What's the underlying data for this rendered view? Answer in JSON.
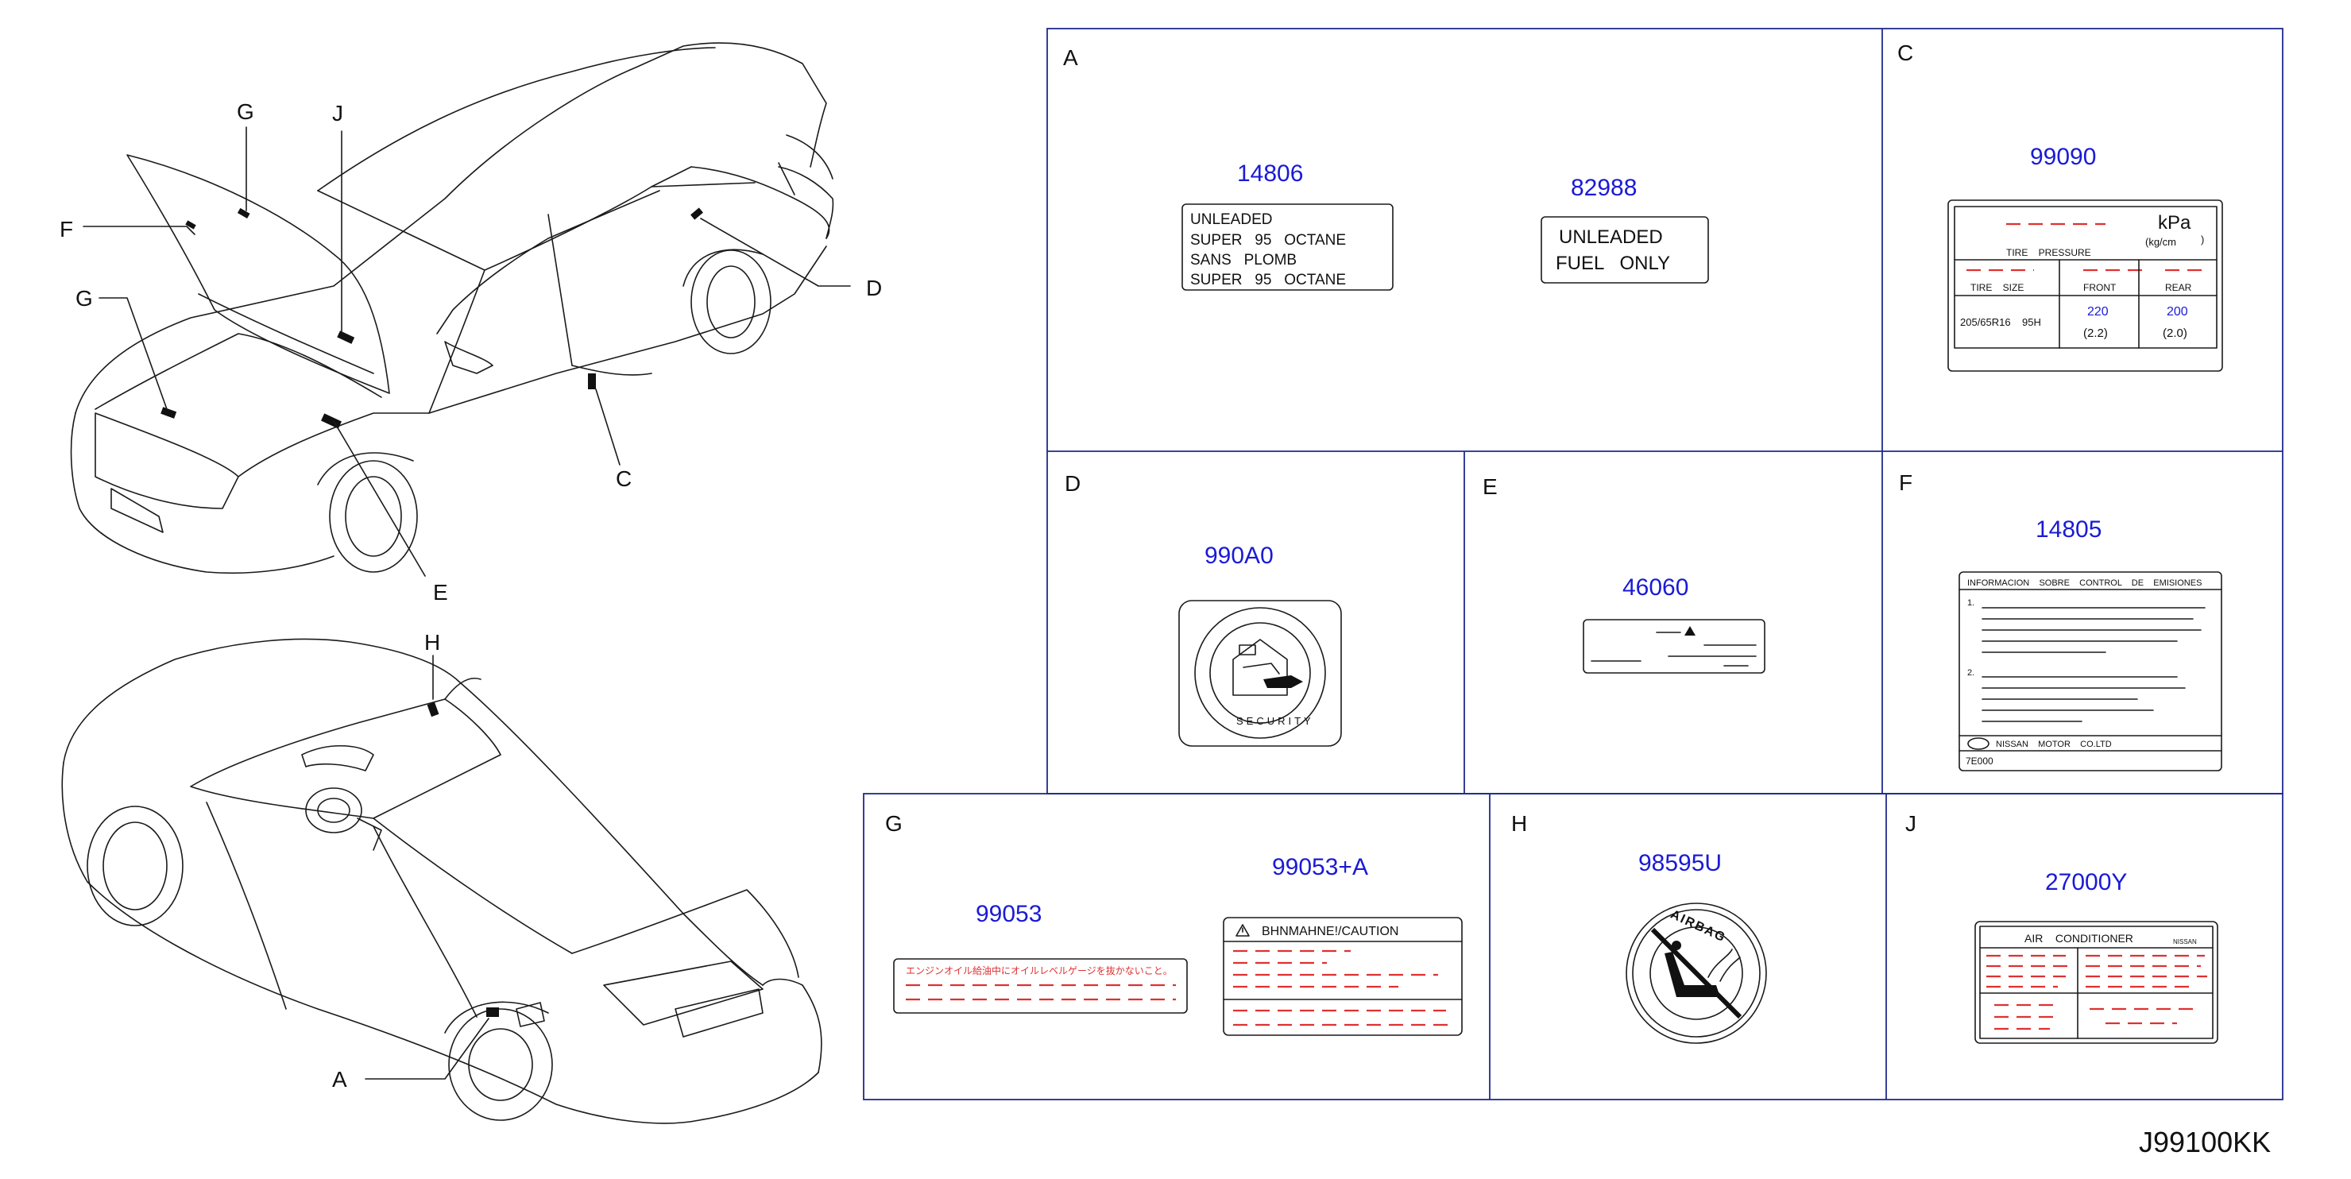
{
  "drawing_code": "J99100KK",
  "callouts": {
    "A": "A",
    "C": "C",
    "D": "D",
    "E": "E",
    "F": "F",
    "G": "G",
    "H": "H",
    "J": "J"
  },
  "panels": {
    "A": {
      "letter": "A",
      "parts": [
        "14806",
        "82988"
      ],
      "label_14806": [
        "UNLEADED",
        "SUPER   95   OCTANE",
        "SANS   PLOMB",
        "SUPER   95   OCTANE"
      ],
      "label_82988": [
        "UNLEADED",
        "FUEL   ONLY"
      ]
    },
    "C": {
      "letter": "C",
      "part": "99090",
      "unit": "kPa",
      "unit2": "(kg/cm",
      "title": "TIRE    PRESSURE",
      "col_size": "TIRE    SIZE",
      "col_front": "FRONT",
      "col_rear": "REAR",
      "size": "205/65R16    95H",
      "front_kpa": "220",
      "front_kg": "(2.2)",
      "rear_kpa": "200",
      "rear_kg": "(2.0)"
    },
    "D": {
      "letter": "D",
      "part": "990A0",
      "ring_text": "SECURITY"
    },
    "E": {
      "letter": "E",
      "part": "46060"
    },
    "F": {
      "letter": "F",
      "part": "14805",
      "header": "INFORMACION    SOBRE    CONTROL    DE    EMISIONES",
      "item1": "1.",
      "item2": "2.",
      "maker": "NISSAN    MOTOR    CO.LTD",
      "code": "7E000"
    },
    "G": {
      "letter": "G",
      "parts": [
        "99053",
        "99053+A"
      ],
      "jp_text": "エンジンオイル給油中にオイルレベルゲージを抜かないこと。",
      "caution": "BHNMAHNE!/CAUTION"
    },
    "H": {
      "letter": "H",
      "part": "98595U",
      "ring_text": "AIRBAG"
    },
    "J": {
      "letter": "J",
      "part": "27000Y",
      "title": "AIR    CONDITIONER",
      "brand": "NISSAN"
    }
  },
  "colors": {
    "frame": "#1f2a8c",
    "part_number": "#1a1ad6",
    "placeholder_text": "#e03030"
  }
}
